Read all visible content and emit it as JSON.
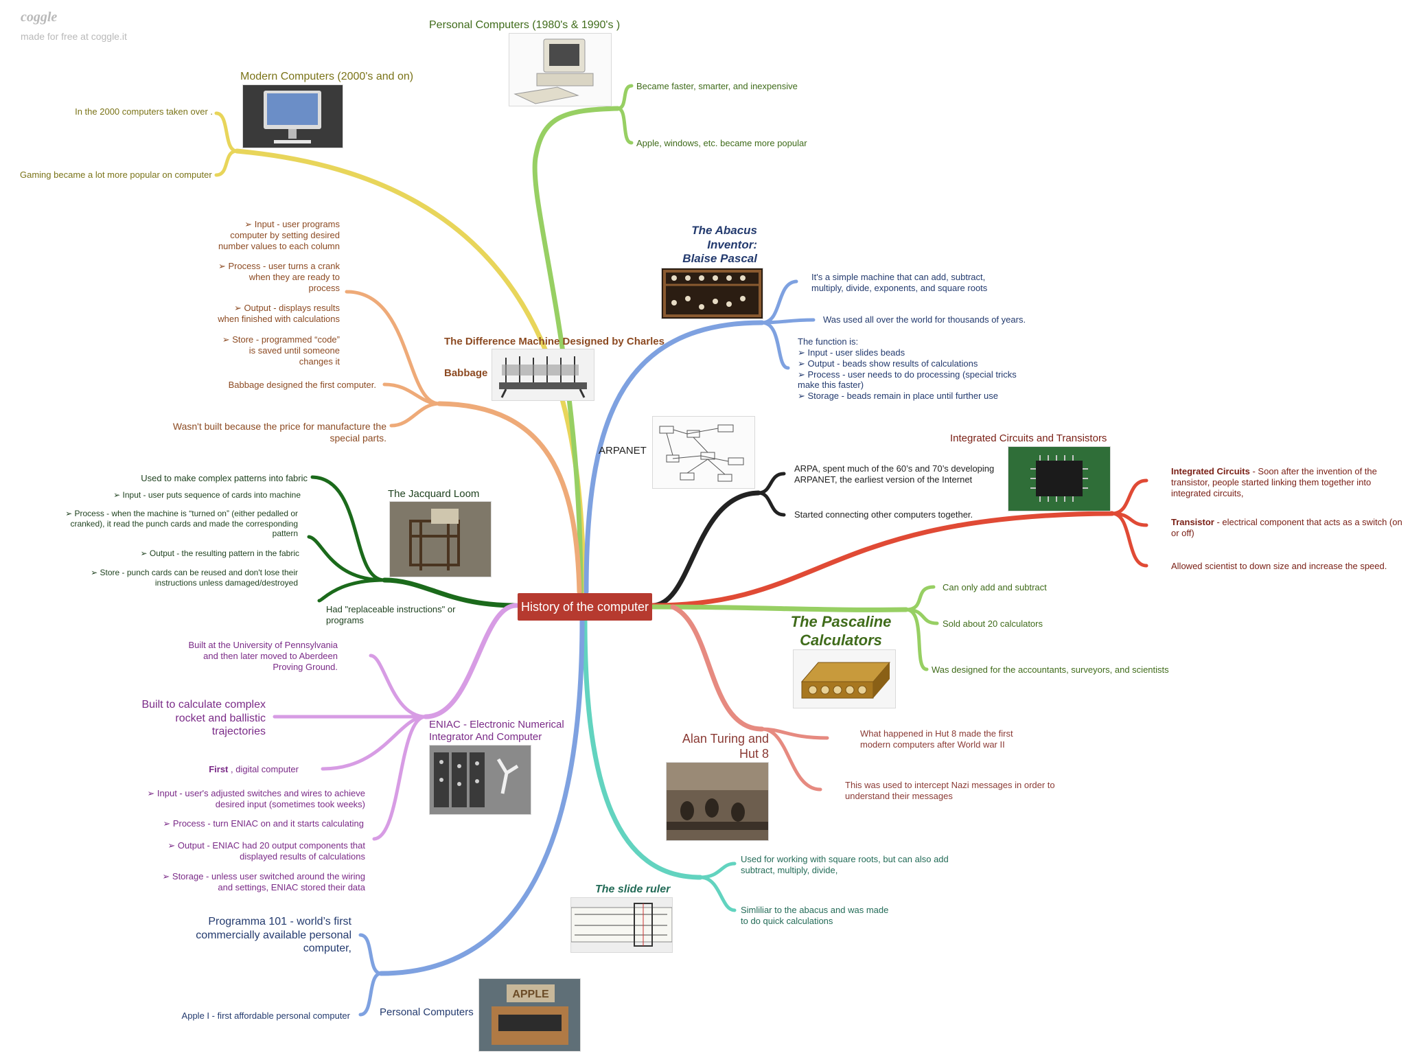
{
  "brand": {
    "logo": "coggle",
    "tagline": "made for free at coggle.it"
  },
  "central": {
    "label": "History of the computer"
  },
  "colors": {
    "yellow": "#e8d55a",
    "lightgreen": "#97cf63",
    "orange": "#eeaa78",
    "blue": "#7ea1e0",
    "black": "#222222",
    "red": "#e04a35",
    "darkgreen": "#1b6a1b",
    "purple": "#d79ce4",
    "teal": "#62d3bf",
    "salmon": "#e68a80",
    "navyblue": "#7ea1e0",
    "central": "#b63a2f"
  },
  "branches": {
    "modern": {
      "title": "Modern Computers (2000's and on)",
      "items": [
        "In the 2000 computers taken over .",
        "Gaming became a lot more popular on computer"
      ]
    },
    "personal8090": {
      "title": "Personal Computers (1980's & 1990's )",
      "items": [
        "Became faster, smarter, and inexpensive",
        "Apple, windows, etc. became more popular"
      ]
    },
    "abacus": {
      "title": "The Abacus\nInventor:\nBlaise Pascal",
      "items": [
        "It's a simple machine that can add, subtract,\nmultiply, divide, exponents, and square roots",
        "Was used all over the world for thousands of years.",
        "The function is:\n➢ Input - user slides beads\n➢ Output - beads show results of calculations\n➢ Process - user needs to do processing (special tricks\nmake this faster)\n➢ Storage - beads remain in place until further use"
      ]
    },
    "difference": {
      "title_a": "The Difference Machine Designed by Charles",
      "title_b": "Babbage",
      "items": [
        "➢ Input - user programs\ncomputer by setting desired\nnumber values to each column",
        "➢ Process - user turns a crank\nwhen they are ready to\nprocess",
        "➢ Output - displays results\nwhen finished with calculations",
        "➢ Store - programmed “code”\nis saved until someone\nchanges it",
        "Babbage designed the first computer.",
        "Wasn't built because the price for manufacture the\nspecial parts."
      ]
    },
    "arpanet": {
      "title": "ARPANET",
      "items": [
        "ARPA, spent much of the 60’s and 70’s developing\nARPANET, the earliest version of the Internet",
        "Started connecting other computers together."
      ]
    },
    "integrated": {
      "title": "Integrated Circuits and Transistors",
      "items": [
        {
          "bold": "Integrated Circuits",
          "rest": " - Soon after the invention of the\ntransistor, people started linking them together into\nintegrated circuits,"
        },
        {
          "bold": "Transistor",
          "rest": " - electrical component that acts as a switch (on\nor off)"
        },
        {
          "bold": "",
          "rest": "Allowed scientist to down size and increase the speed."
        }
      ]
    },
    "jacquard": {
      "title": "The Jacquard Loom",
      "items": [
        "Used to make complex patterns into fabric",
        "➢ Input - user puts sequence of cards into machine",
        "➢ Process - when the machine is “turned on” (either pedalled or\ncranked), it read the punch cards and made the corresponding\npattern",
        "➢ Output - the resulting pattern in the fabric",
        "➢ Store - punch cards can be reused and don't lose their\ninstructions unless damaged/destroyed"
      ],
      "note": "Had \"replaceable instructions\" or\nprograms"
    },
    "pascaline": {
      "title": "The Pascaline\nCalculators",
      "items": [
        "Can only add and subtract",
        "Sold about 20 calculators",
        "Was designed for the accountants, surveyors, and scientists"
      ]
    },
    "eniac": {
      "title": "ENIAC - Electronic Numerical\nIntegrator And Computer",
      "items": [
        "Built at the University of Pennsylvania\nand then later moved to Aberdeen\nProving Ground.",
        "Built to calculate complex\nrocket and ballistic\ntrajectories",
        {
          "bold": "First",
          "rest": " , digital computer"
        },
        "➢ Input - user's adjusted switches and wires to achieve\ndesired input (sometimes took weeks)",
        "➢ Process - turn ENIAC on and it starts calculating",
        "➢ Output - ENIAC had 20 output components that\ndisplayed results of calculations",
        "➢ Storage - unless user switched around the wiring\nand settings, ENIAC stored their data"
      ]
    },
    "turing": {
      "title": "Alan Turing and\nHut 8",
      "items": [
        "What happened in Hut 8 made the first\nmodern computers after World war II",
        "This was used to intercept Nazi messages in order to\nunderstand their messages"
      ]
    },
    "slide": {
      "title": "The slide ruler",
      "items": [
        "Used for working with square roots, but can also add\nsubtract, multiply, divide,",
        "Simliliar to the abacus and was made\nto do quick calculations"
      ]
    },
    "personal": {
      "title": "Personal Computers",
      "items": [
        "Programma 101 - world’s first\ncommercially available personal\ncomputer,",
        "Apple I - first affordable personal computer"
      ],
      "image_text": "APPLE"
    }
  }
}
